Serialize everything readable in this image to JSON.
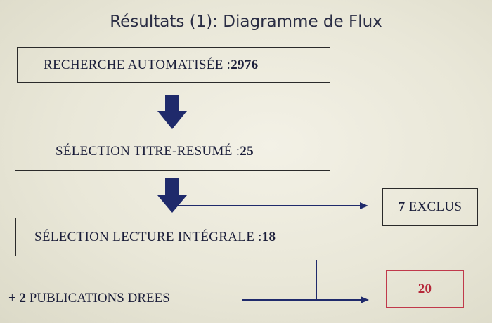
{
  "title": "Résultats (1): Diagramme de Flux",
  "nodes": {
    "recherche": {
      "label": "RECHERCHE AUTOMATISÉE : ",
      "count": "2976"
    },
    "titre_resume": {
      "label": "SÉLECTION TITRE-RESUMÉ : ",
      "count": "25"
    },
    "lecture": {
      "label": "SÉLECTION LECTURE INTÉGRALE : ",
      "count": "18"
    },
    "exclus": {
      "count": "7",
      "label": " EXCLUS"
    },
    "publications": {
      "prefix": "+ ",
      "count": "2",
      "label": " PUBLICATIONS DREES"
    },
    "final": {
      "count": "20"
    }
  },
  "colors": {
    "arrow": "#1f2a6b",
    "final_border": "#c0394b",
    "final_text": "#b5283a"
  }
}
